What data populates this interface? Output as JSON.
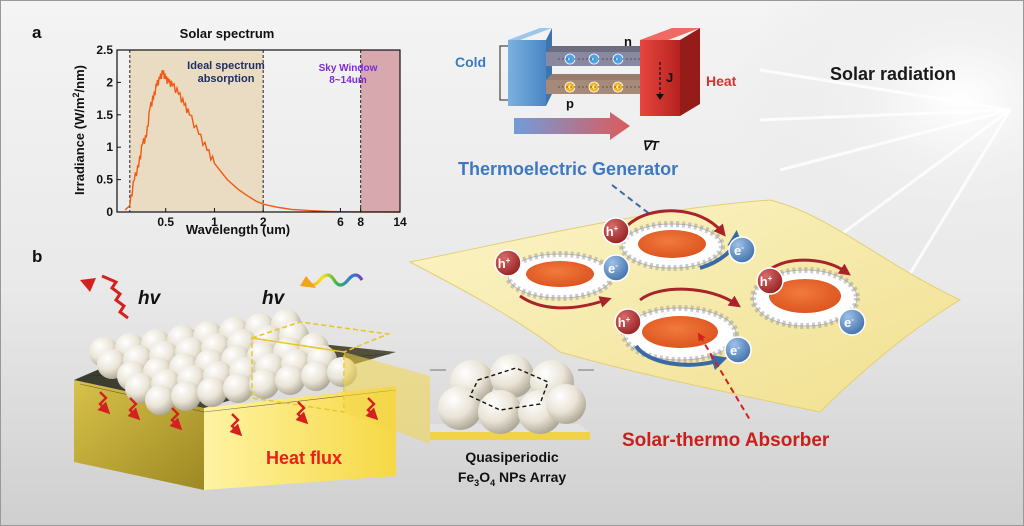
{
  "panel_labels": {
    "a": "a",
    "b": "b"
  },
  "chart": {
    "title": "Solar spectrum",
    "ylabel_prefix": "Irradiance (W/m",
    "ylabel_sup": "2",
    "ylabel_suffix": "/nm)",
    "xlabel": "Wavelength (um)",
    "region_ideal_line1": "Ideal spectrum",
    "region_ideal_line2": "absorption",
    "region_sky_line1": "Sky Window",
    "region_sky_line2": "8~14um"
  },
  "chart_data": {
    "type": "line",
    "title": "Solar spectrum",
    "xlabel": "Wavelength (um)",
    "ylabel": "Irradiance (W/m2/nm)",
    "x_scale": "log",
    "xlim": [
      0.25,
      14
    ],
    "ylim": [
      0,
      2.5
    ],
    "x_ticks": [
      0.5,
      1,
      2,
      6,
      8,
      14
    ],
    "y_ticks": [
      0,
      0.5,
      1,
      1.5,
      2,
      2.5
    ],
    "x_tick_labels": [
      "0.5",
      "1",
      "2",
      "6",
      "8",
      "14"
    ],
    "y_tick_labels": [
      "0",
      "0.5",
      "1",
      "1.5",
      "2",
      "2.5"
    ],
    "regions": [
      {
        "label": "Ideal spectrum absorption",
        "x_range": [
          0.3,
          2
        ],
        "color": "#e9dcc3"
      },
      {
        "label": "Sky Window 8~14um",
        "x_range": [
          8,
          14
        ],
        "color": "#d7a9ae"
      }
    ],
    "series": [
      {
        "color": "#f05a14",
        "x": [
          0.28,
          0.3,
          0.32,
          0.34,
          0.36,
          0.38,
          0.4,
          0.42,
          0.44,
          0.46,
          0.48,
          0.5,
          0.52,
          0.55,
          0.6,
          0.65,
          0.7,
          0.8,
          0.9,
          1.0,
          1.2,
          1.4,
          1.6,
          1.8,
          2.0,
          2.5,
          3.0,
          4.0,
          5.0,
          6.0,
          8.0,
          10.0,
          14.0
        ],
        "y": [
          0.03,
          0.1,
          0.5,
          0.7,
          1.05,
          1.15,
          1.6,
          1.75,
          1.95,
          2.05,
          2.15,
          2.05,
          2.0,
          1.95,
          1.82,
          1.65,
          1.5,
          1.2,
          0.95,
          0.75,
          0.5,
          0.35,
          0.25,
          0.17,
          0.12,
          0.07,
          0.04,
          0.02,
          0.01,
          0.005,
          0.002,
          0.001,
          0.0
        ]
      }
    ]
  },
  "teg": {
    "cold_label": "Cold",
    "heat_label": "Heat",
    "n_label": "n",
    "p_label": "p",
    "j_label": "J",
    "gradient_label": "∇T",
    "title": "Thermoelectric Generator",
    "minus_sign": "−",
    "plus_sign": "+"
  },
  "solar_radiation_label": "Solar radiation",
  "absorber": {
    "label": "Solar-thermo Absorber",
    "hole_base": "h",
    "hole_sup": "+",
    "electron_base": "e",
    "electron_sup": "-"
  },
  "block": {
    "hv_label": "hv",
    "heat_flux_label": "Heat flux"
  },
  "array": {
    "line1": "Quasiperiodic",
    "line2_a": "Fe",
    "line2_sub1": "3",
    "line2_b": "O",
    "line2_sub2": "4",
    "line2_c": " NPs Array"
  },
  "colors": {
    "spectrum_line": "#f05a14",
    "ideal_region": "#e9dcc3",
    "sky_region": "#d7a9ae",
    "cold_block": "#5b97d1",
    "heat_block": "#d8322f",
    "teg_title": "#3e78c0",
    "absorber_label": "#c8201c",
    "hole": "#b02a2a",
    "electron": "#4a7db8",
    "sheet": "#f5eaa8",
    "heat_flux_text": "#e8201a",
    "block_top": "#f6e27a",
    "block_side": "#d9b82f"
  }
}
